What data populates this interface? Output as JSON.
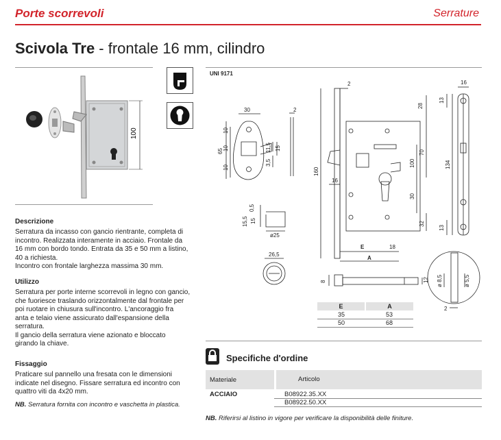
{
  "header": {
    "category": "Porte scorrevoli",
    "section": "Serrature"
  },
  "title": {
    "bold": "Scivola Tre",
    "rest": " - frontale 16 mm, cilindro"
  },
  "drawing": {
    "norm": "UNI 9171",
    "dims": {
      "d2a": "2",
      "d16a": "16",
      "d28": "28",
      "d13a": "13",
      "d13b": "13",
      "d30a": "30",
      "d2b": "2",
      "d10a": "10",
      "d10b": "10",
      "d10c": "10",
      "d65": "65",
      "d11_5": "11,5",
      "d15a": "15",
      "d3_5": "3,5",
      "d160": "160",
      "d70": "70",
      "d100a": "100",
      "d134": "134",
      "d16b": "16",
      "d30b": "30",
      "d32": "32",
      "dE": "E",
      "d18": "18",
      "dA": "A",
      "d0_5": "0,5",
      "d15_5": "15,5",
      "d15b": "15",
      "d25": "ø25",
      "d26_5": "26,5",
      "d8": "8",
      "d12": "12",
      "d8_5": "ø 8,5",
      "d5_5": "ø 5,5",
      "d2c": "2"
    },
    "ea_table": {
      "headers": [
        "E",
        "A"
      ],
      "rows": [
        [
          "35",
          "53"
        ],
        [
          "50",
          "68"
        ]
      ]
    },
    "photo_dim": "100"
  },
  "descrizione": {
    "heading": "Descrizione",
    "lines": [
      "Serratura da incasso con gancio rientrante, completa di",
      "incontro. Realizzata interamente in acciaio. Frontale da",
      "16 mm con bordo tondo. Entrata da 35 e 50 mm a listino,",
      "40 a richiesta.",
      "Incontro con frontale larghezza massima 30 mm."
    ]
  },
  "utilizzo": {
    "heading": "Utilizzo",
    "lines": [
      "Serratura per porte interne scorrevoli in legno con gancio,",
      "che fuoriesce traslando orizzontalmente dal frontale per",
      "poi ruotare in chiusura sull'incontro. L'ancoraggio fra",
      "anta e telaio viene assicurato dall'espansione della",
      "serratura.",
      "Il gancio della serratura viene azionato e bloccato",
      "girando la chiave."
    ]
  },
  "fissaggio": {
    "heading": "Fissaggio",
    "lines": [
      "Praticare sul pannello una fresata con le dimensioni",
      "indicate nel disegno. Fissare serratura ed incontro con",
      "quattro viti da 4x20 mm."
    ]
  },
  "nb_left": {
    "label": "NB.",
    "text": " Serratura fornita con incontro e vaschetta in plastica."
  },
  "specifiche": {
    "title": "Specifiche d'ordine",
    "col_materiale": "Materiale",
    "col_articolo": "Articolo",
    "material": "ACCIAIO",
    "articles": [
      "B08922.35.XX",
      "B08922.50.XX"
    ]
  },
  "nb_right": {
    "label": "NB.",
    "text": " Riferirsi al listino in vigore per verificare la disponibilità delle finiture."
  }
}
